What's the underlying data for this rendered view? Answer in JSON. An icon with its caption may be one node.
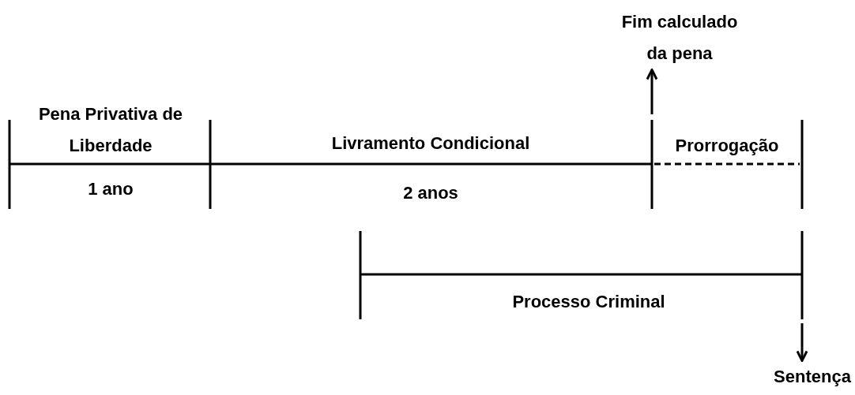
{
  "diagram": {
    "nodes": [
      {
        "text": [
          "Fim calculado da pena"
        ]
      },
      {
        "text": [
          "Sentença"
        ]
      }
    ],
    "edges": [
      {
        "from": null,
        "to": 0,
        "arrow": "to"
      },
      {
        "from": null,
        "to": 1,
        "arrow": "to"
      }
    ],
    "labels": [
      "Pena Privativa de Liberdade",
      "Livramento Condicional",
      "Prorrogação",
      "1 ano",
      "2 anos",
      "Processo Criminal"
    ]
  }
}
